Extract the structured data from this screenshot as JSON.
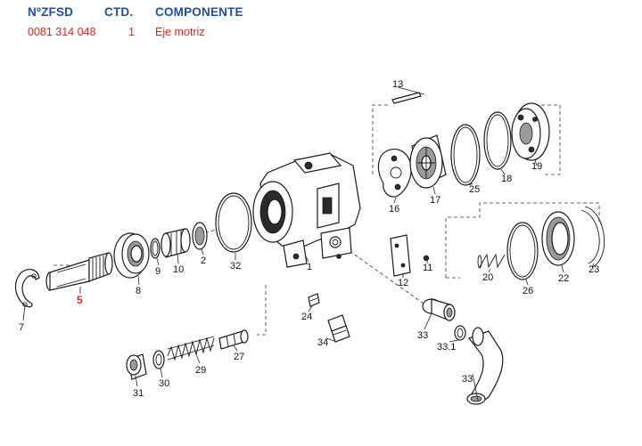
{
  "table": {
    "headers": {
      "part_no": "NºZFSD",
      "qty": "CTD.",
      "component": "COMPONENTE"
    },
    "row": {
      "part_no": "0081 314 048",
      "qty": "1",
      "component": "Eje motriz"
    }
  },
  "callouts": {
    "c1": "1",
    "c2": "2",
    "c5": "5",
    "c7": "7",
    "c8": "8",
    "c9": "9",
    "c10": "10",
    "c11": "11",
    "c12": "12",
    "c13": "13",
    "c16": "16",
    "c17": "17",
    "c18": "18",
    "c19": "19",
    "c20": "20",
    "c22": "22",
    "c23": "23",
    "c24": "24",
    "c25": "25",
    "c26": "26",
    "c27": "27",
    "c29": "29",
    "c30": "30",
    "c31": "31",
    "c32": "32",
    "c33a": "33",
    "c33_1": "33.1",
    "c33b": "33",
    "c34": "34"
  },
  "colors": {
    "header_blue": "#1f4e9e",
    "highlight_red": "#e0261f"
  }
}
